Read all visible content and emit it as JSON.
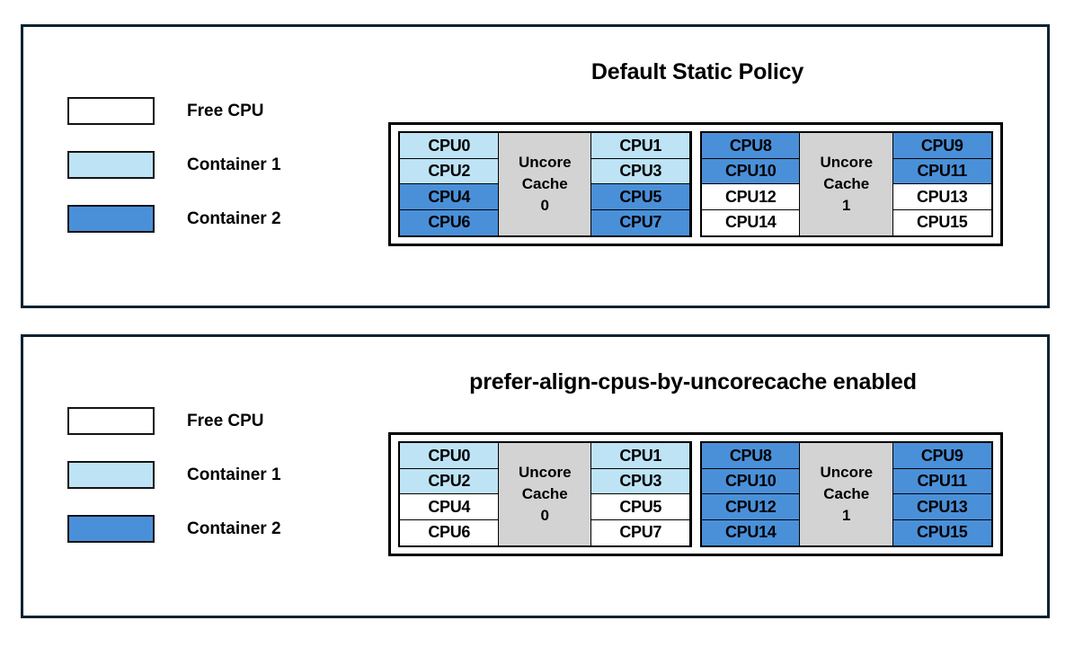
{
  "colors": {
    "free_cpu": "#ffffff",
    "container_1": "#bde3f5",
    "container_2": "#4a90d9",
    "uncore_cache": "#d3d3d3",
    "panel_border": "#0c2231",
    "grid_border": "#000000"
  },
  "panels": [
    {
      "id": "default-static-policy",
      "title": "Default Static Policy",
      "legend": [
        {
          "label": "Free CPU",
          "fill": "free"
        },
        {
          "label": "Container 1",
          "fill": "container1"
        },
        {
          "label": "Container 2",
          "fill": "container2"
        }
      ],
      "clusters": [
        {
          "cache_label_line1": "Uncore",
          "cache_label_line2": "Cache",
          "cache_label_line3": "0",
          "left_column": [
            {
              "label": "CPU0",
              "fill": "container1"
            },
            {
              "label": "CPU2",
              "fill": "container1"
            },
            {
              "label": "CPU4",
              "fill": "container2"
            },
            {
              "label": "CPU6",
              "fill": "container2"
            }
          ],
          "right_column": [
            {
              "label": "CPU1",
              "fill": "container1"
            },
            {
              "label": "CPU3",
              "fill": "container1"
            },
            {
              "label": "CPU5",
              "fill": "container2"
            },
            {
              "label": "CPU7",
              "fill": "container2"
            }
          ]
        },
        {
          "cache_label_line1": "Uncore",
          "cache_label_line2": "Cache",
          "cache_label_line3": "1",
          "left_column": [
            {
              "label": "CPU8",
              "fill": "container2"
            },
            {
              "label": "CPU10",
              "fill": "container2"
            },
            {
              "label": "CPU12",
              "fill": "free"
            },
            {
              "label": "CPU14",
              "fill": "free"
            }
          ],
          "right_column": [
            {
              "label": "CPU9",
              "fill": "container2"
            },
            {
              "label": "CPU11",
              "fill": "container2"
            },
            {
              "label": "CPU13",
              "fill": "free"
            },
            {
              "label": "CPU15",
              "fill": "free"
            }
          ]
        }
      ]
    },
    {
      "id": "prefer-align-cpus-by-uncorecache-enabled",
      "title": "prefer-align-cpus-by-uncorecache enabled",
      "legend": [
        {
          "label": "Free CPU",
          "fill": "free"
        },
        {
          "label": "Container 1",
          "fill": "container1"
        },
        {
          "label": "Container 2",
          "fill": "container2"
        }
      ],
      "clusters": [
        {
          "cache_label_line1": "Uncore",
          "cache_label_line2": "Cache",
          "cache_label_line3": "0",
          "left_column": [
            {
              "label": "CPU0",
              "fill": "container1"
            },
            {
              "label": "CPU2",
              "fill": "container1"
            },
            {
              "label": "CPU4",
              "fill": "free"
            },
            {
              "label": "CPU6",
              "fill": "free"
            }
          ],
          "right_column": [
            {
              "label": "CPU1",
              "fill": "container1"
            },
            {
              "label": "CPU3",
              "fill": "container1"
            },
            {
              "label": "CPU5",
              "fill": "free"
            },
            {
              "label": "CPU7",
              "fill": "free"
            }
          ]
        },
        {
          "cache_label_line1": "Uncore",
          "cache_label_line2": "Cache",
          "cache_label_line3": "1",
          "left_column": [
            {
              "label": "CPU8",
              "fill": "container2"
            },
            {
              "label": "CPU10",
              "fill": "container2"
            },
            {
              "label": "CPU12",
              "fill": "container2"
            },
            {
              "label": "CPU14",
              "fill": "container2"
            }
          ],
          "right_column": [
            {
              "label": "CPU9",
              "fill": "container2"
            },
            {
              "label": "CPU11",
              "fill": "container2"
            },
            {
              "label": "CPU13",
              "fill": "container2"
            },
            {
              "label": "CPU15",
              "fill": "container2"
            }
          ]
        }
      ]
    }
  ]
}
